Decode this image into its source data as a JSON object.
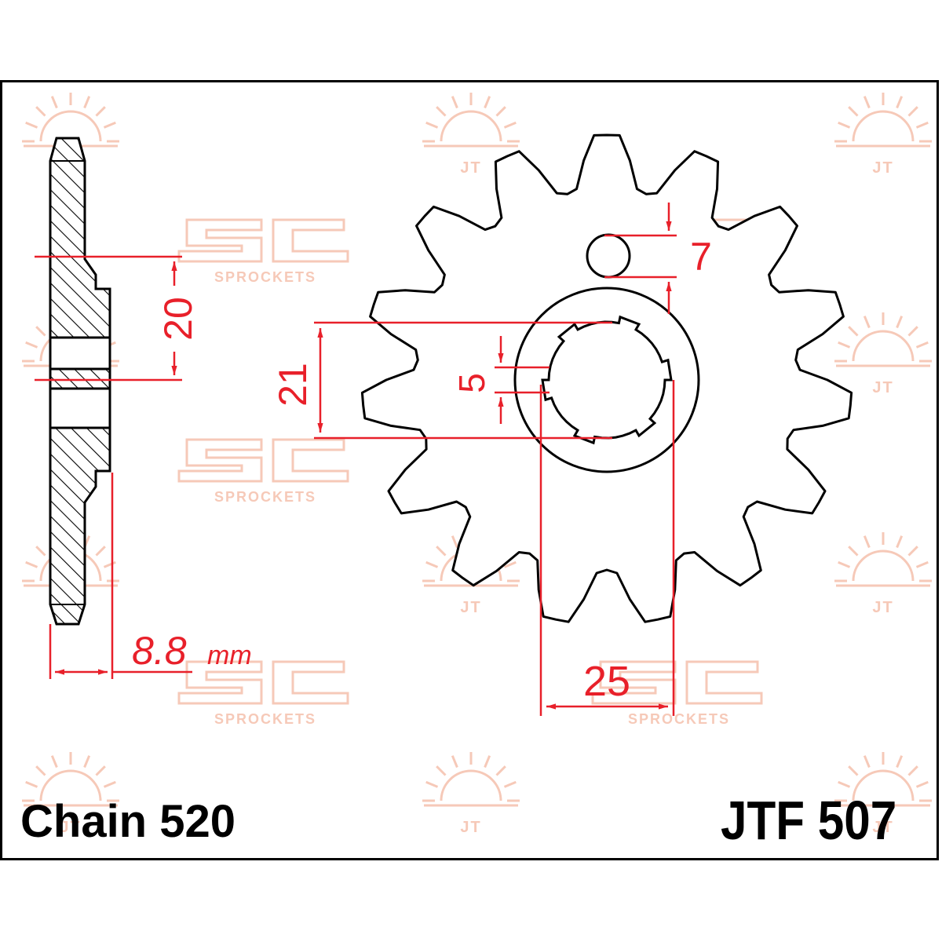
{
  "labels": {
    "chain": "Chain 520",
    "part_number": "JTF 507"
  },
  "dimensions": {
    "hub_length": "20",
    "bore_length": "21",
    "spline_width": "5",
    "bolt_hole": "7",
    "spline_diameter": "25",
    "thickness_value": "8.8",
    "thickness_unit": "mm"
  },
  "watermark": {
    "logo_text": "SPROCKETS",
    "seal_text": "JT"
  },
  "sprocket": {
    "teeth": 15
  },
  "colors": {
    "dimension": "#e8202a",
    "outline": "#000000",
    "watermark": "#f6c9b8",
    "background": "#ffffff"
  }
}
